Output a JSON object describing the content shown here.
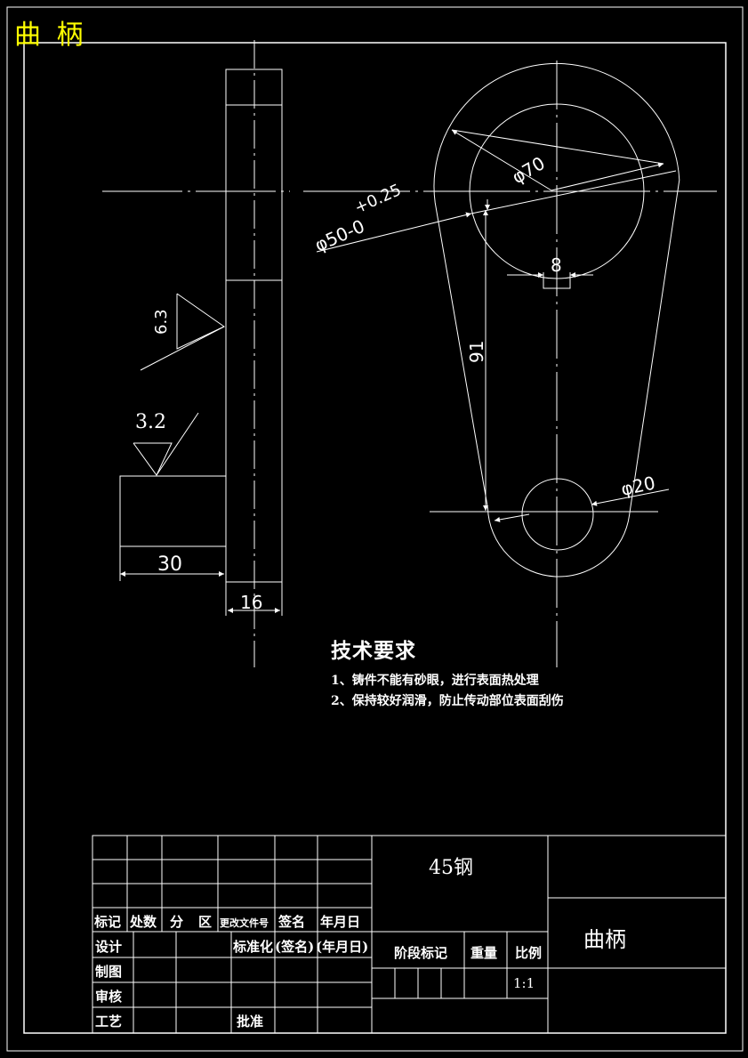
{
  "corner_title": "曲 柄",
  "dimensions": {
    "phi70": "φ70",
    "phi50": "φ50-0",
    "tol": "+0.25",
    "eight": "8",
    "ninety_one": "91",
    "phi20": "φ20",
    "thirty": "30",
    "sixteen": "16",
    "roughness_a": "6.3",
    "roughness_b": "3.2"
  },
  "tech_requirements": {
    "title": "技术要求",
    "items": [
      "1、铸件不能有砂眼，进行表面热处理",
      "2、保持较好润滑，防止传动部位表面刮伤"
    ]
  },
  "title_block": {
    "material": "45钢",
    "part_name": "曲柄",
    "col_headers": [
      "标记",
      "处数",
      "分",
      "区",
      "更改文件号",
      "签名",
      "年月日"
    ],
    "rows": [
      "设计",
      "制图",
      "审核",
      "工艺"
    ],
    "standardize": "标准化",
    "sign": "(签名)",
    "date": "(年月日)",
    "approve": "批准",
    "stage_mark": "阶段标记",
    "weight": "重量",
    "scale_label": "比例",
    "scale_value": "1:1"
  },
  "colors": {
    "line": "#ffffff",
    "title_yellow": "#ffff00",
    "background": "#000000"
  }
}
